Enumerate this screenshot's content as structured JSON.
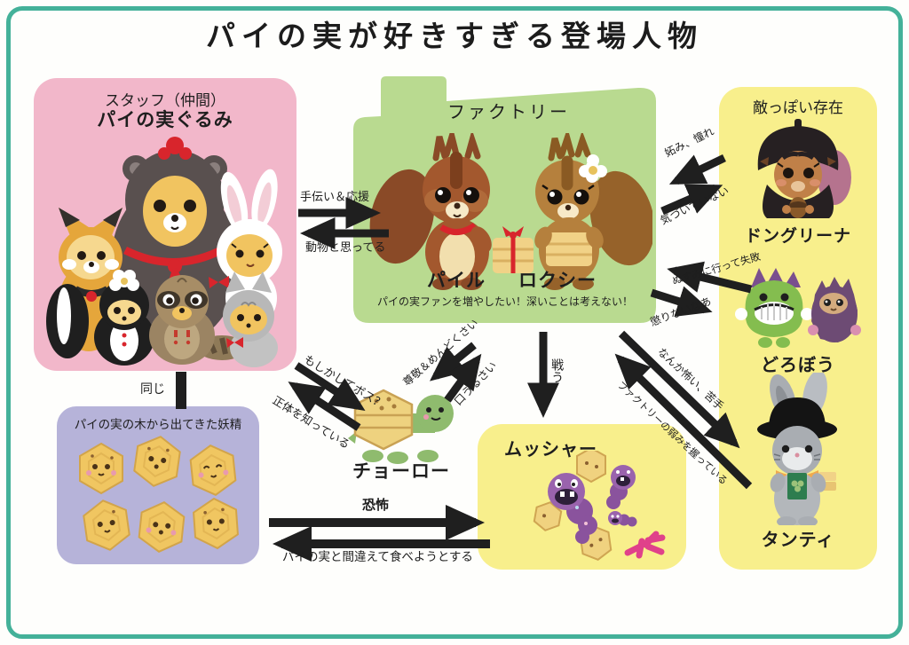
{
  "title": "パイの実が好きすぎる登場人物",
  "staff_box": {
    "subtitle": "スタッフ（仲間）",
    "title": "パイの実ぐるみ"
  },
  "factory_box": {
    "title": "ファクトリー",
    "member1": "パイル",
    "member2": "ロクシー",
    "caption": "パイの実ファンを増やしたい！深いことは考えない！"
  },
  "enemy_box": {
    "title": "敵っぽい存在",
    "member1": "ドングリーナ",
    "member2": "どろぼう",
    "member3": "タンティ"
  },
  "fairy_box": {
    "title": "パイの実の木から出てきた妖精"
  },
  "mussha": {
    "name": "ムッシャー"
  },
  "chourou": {
    "name": "チョーロー"
  },
  "relations": {
    "help": "手伝い＆応援",
    "think_animals": "動物と思ってる",
    "envy": "妬み、憧れ",
    "unaware": "気づいていない",
    "steal_fail": "ぬすみに行って失敗",
    "never_learn": "懲りないなあ",
    "maybe_boss": "もしかしてボス？",
    "knows_identity": "正体を知っている",
    "respect": "尊敬＆めんどくさい",
    "nagging": "口うるさい",
    "fight": "戦う",
    "scary": "なんか怖い、苦手",
    "weakness": "ファクトリーの弱みを握っている",
    "same": "同じ",
    "fear": "恐怖",
    "mistake_eat": "パイの実と間違えて食べようとする"
  },
  "colors": {
    "frame": "#44b199",
    "staff_box": "#f2b7ca",
    "factory_box": "#b9da90",
    "enemy_box": "#f8ef8c",
    "fairy_box": "#b6b3d9",
    "arrow": "#1f1f1f"
  }
}
